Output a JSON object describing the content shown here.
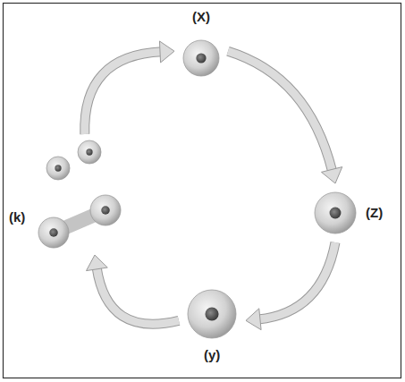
{
  "diagram": {
    "nodes": [
      {
        "text": [
          "(X)"
        ]
      },
      {
        "text": [
          "(Z)"
        ]
      },
      {
        "text": [
          "(y)"
        ]
      },
      {
        "text": [
          "(k)"
        ]
      }
    ],
    "edges": [
      {
        "from": 0,
        "to": 1,
        "arrow": "to"
      },
      {
        "from": 1,
        "to": 2,
        "arrow": "to"
      },
      {
        "from": 2,
        "to": 3,
        "arrow": "to"
      },
      {
        "from": 3,
        "to": 0,
        "arrow": "to"
      }
    ]
  }
}
